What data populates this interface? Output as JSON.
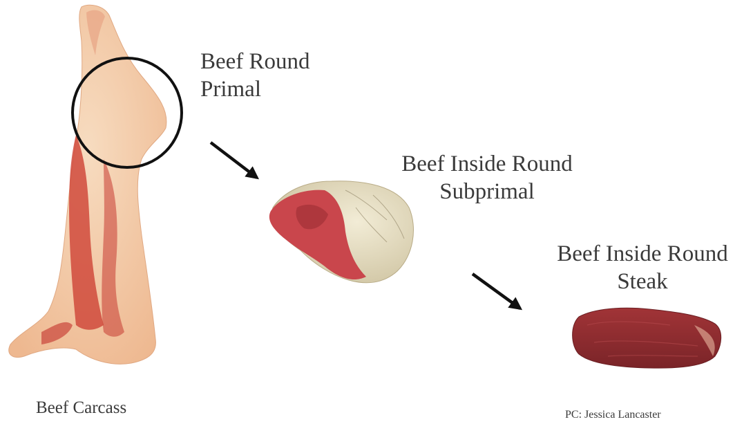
{
  "labels": {
    "primal_line1": "Beef Round",
    "primal_line2": "Primal",
    "subprimal_line1": "Beef Inside Round",
    "subprimal_line2": "Subprimal",
    "steak_line1": "Beef Inside Round",
    "steak_line2": "Steak",
    "carcass": "Beef Carcass",
    "credit": "PC: Jessica Lancaster"
  },
  "colors": {
    "text": "#3a3a3a",
    "fat": "#f2caa0",
    "lean": "#c8372f",
    "steak": "#8f2a2e",
    "arrow": "#111111"
  }
}
